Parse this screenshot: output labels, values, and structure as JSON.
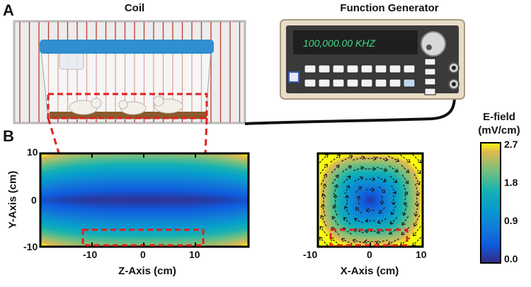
{
  "panel_a": {
    "letter": "A",
    "coil_title": "Coil",
    "generator_title": "Function Generator",
    "display_text": "100,000.00 KHZ"
  },
  "panel_b": {
    "letter": "B"
  },
  "left_plot": {
    "ylabel": "Y-Axis (cm)",
    "xlabel": "Z-Axis (cm)",
    "yticks": [
      "10",
      "0",
      "-10"
    ],
    "xticks": [
      "-10",
      "0",
      "10"
    ]
  },
  "right_plot": {
    "xlabel": "X-Axis (cm)",
    "xticks": [
      "-10",
      "0",
      "10"
    ]
  },
  "colorbar": {
    "title_line1": "E-field",
    "title_line2": "(mV/cm)",
    "ticks": [
      "2.7",
      "1.8",
      "0.9",
      "0.0"
    ],
    "range": [
      0.0,
      2.7
    ]
  },
  "colors": {
    "coil_wire": "#c0392b",
    "highlight_box": "#e02020",
    "generator_body": "#e8dcc6",
    "generator_panel": "#3a3a3a",
    "display_text": "#3ddc84",
    "cage_lid": "#2f8fd0"
  }
}
